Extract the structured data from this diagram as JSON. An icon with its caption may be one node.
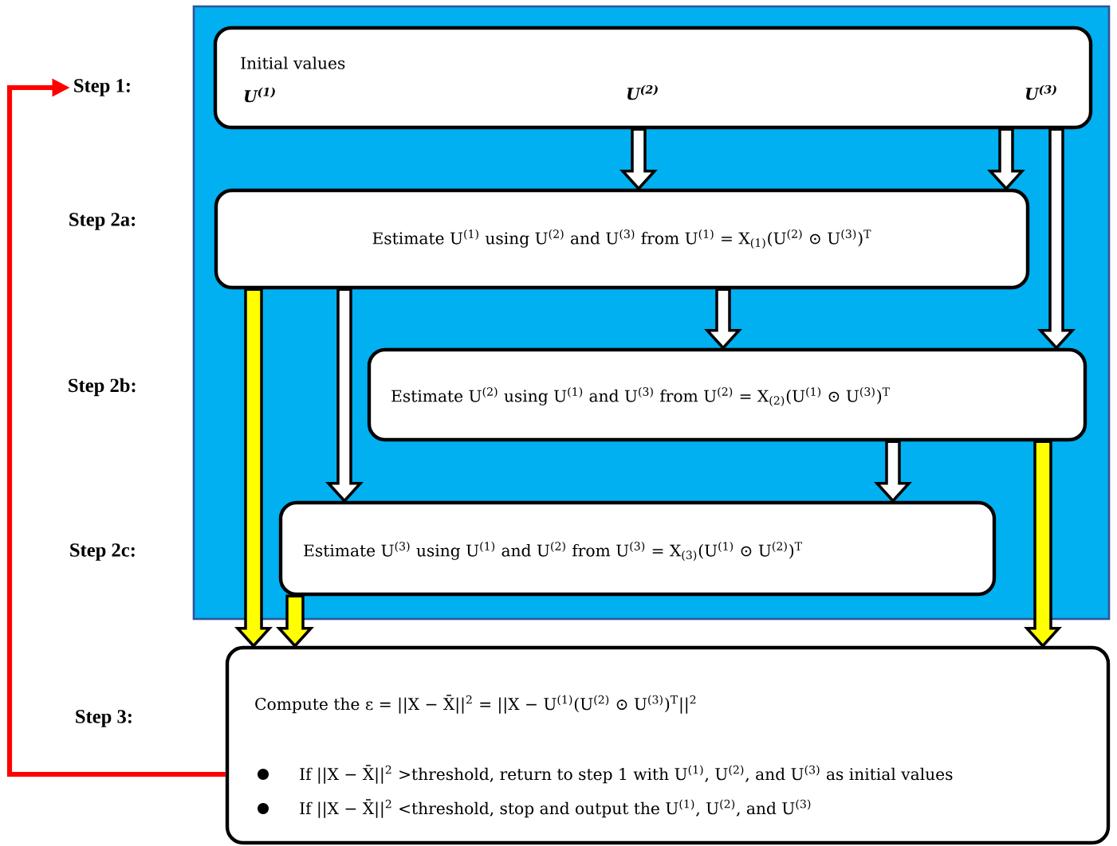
{
  "diagram": {
    "nodes": [
      {
        "text": [
          "Step 1:"
        ]
      },
      {
        "text": [],
        "shape": "box"
      },
      {
        "text": [
          "Initial values",
          "U$^{(1)}$",
          "U$^{(2)}$",
          "U$^{(3)}$"
        ],
        "in": 1
      },
      {
        "text": [
          "Estimate U$^{(1)}$ using U$^{(2)}$ and U$^{(3)}$ from U$^{(1)}$ = X$_{(1)}$(U$^{(2)}$ ⊙ U$^{(3)}$)$^{T}$"
        ],
        "in": 1
      },
      {
        "text": [
          "Estimate U$^{(2)}$ using U$^{(1)}$ and U$^{(3)}$ from U$^{(2)}$ = X$_{(2)}$(U$^{(1)}$ ⊙ U$^{(3)}$)$^{T}$"
        ],
        "in": 1
      },
      {
        "text": [
          "Estimate U$^{(3)}$ using U$^{(1)}$ and U$^{(2)}$ from U$^{(3)}$ = X$_{(3)}$(U$^{(1)}$ ⊙ U$^{(2)}$)$^{T}$"
        ],
        "in": 1
      },
      {
        "text": [
          "Compute the ε = ||X − X̄||$^{2}$ = ||X − U$^{(1)}$(U$^{(2)}$ ⊙ U$^{(3)}$)$^{T}$||$^{2}$",
          "If ||X − X̄||$^{2}$ >threshold, return to step 1 with U$^{(1)}$, U$^{(2)}$, and U$^{(3)}$ as initial values",
          "If ||X − X̄||$^{2}$ <threshold, stop and output the U$^{(1)}$, U$^{(2)}$, and U$^{(3)}$"
        ]
      }
    ],
    "edges": [
      {
        "from": 2,
        "to": 3,
        "arrow": "to"
      },
      {
        "from": 2,
        "to": 3,
        "arrow": "to"
      },
      {
        "from": 2,
        "to": 4,
        "arrow": "to"
      },
      {
        "from": 3,
        "to": 4,
        "arrow": "to"
      },
      {
        "from": 3,
        "to": 5,
        "arrow": "to"
      },
      {
        "from": 3,
        "to": 6,
        "arrow": "to",
        "color": "#ffff00"
      },
      {
        "from": 4,
        "to": 5,
        "arrow": "to"
      },
      {
        "from": 5,
        "to": 6,
        "arrow": "to",
        "color": "#ffff00"
      },
      {
        "from": 4,
        "to": 6,
        "arrow": "to",
        "color": "#ffff00"
      },
      {
        "from": 6,
        "to": 0,
        "arrow": "to",
        "color": "#ff0000"
      }
    ],
    "labels": [
      "Step 2a:",
      "Step 2b:",
      "Step 2c:",
      "Step 3:"
    ]
  }
}
